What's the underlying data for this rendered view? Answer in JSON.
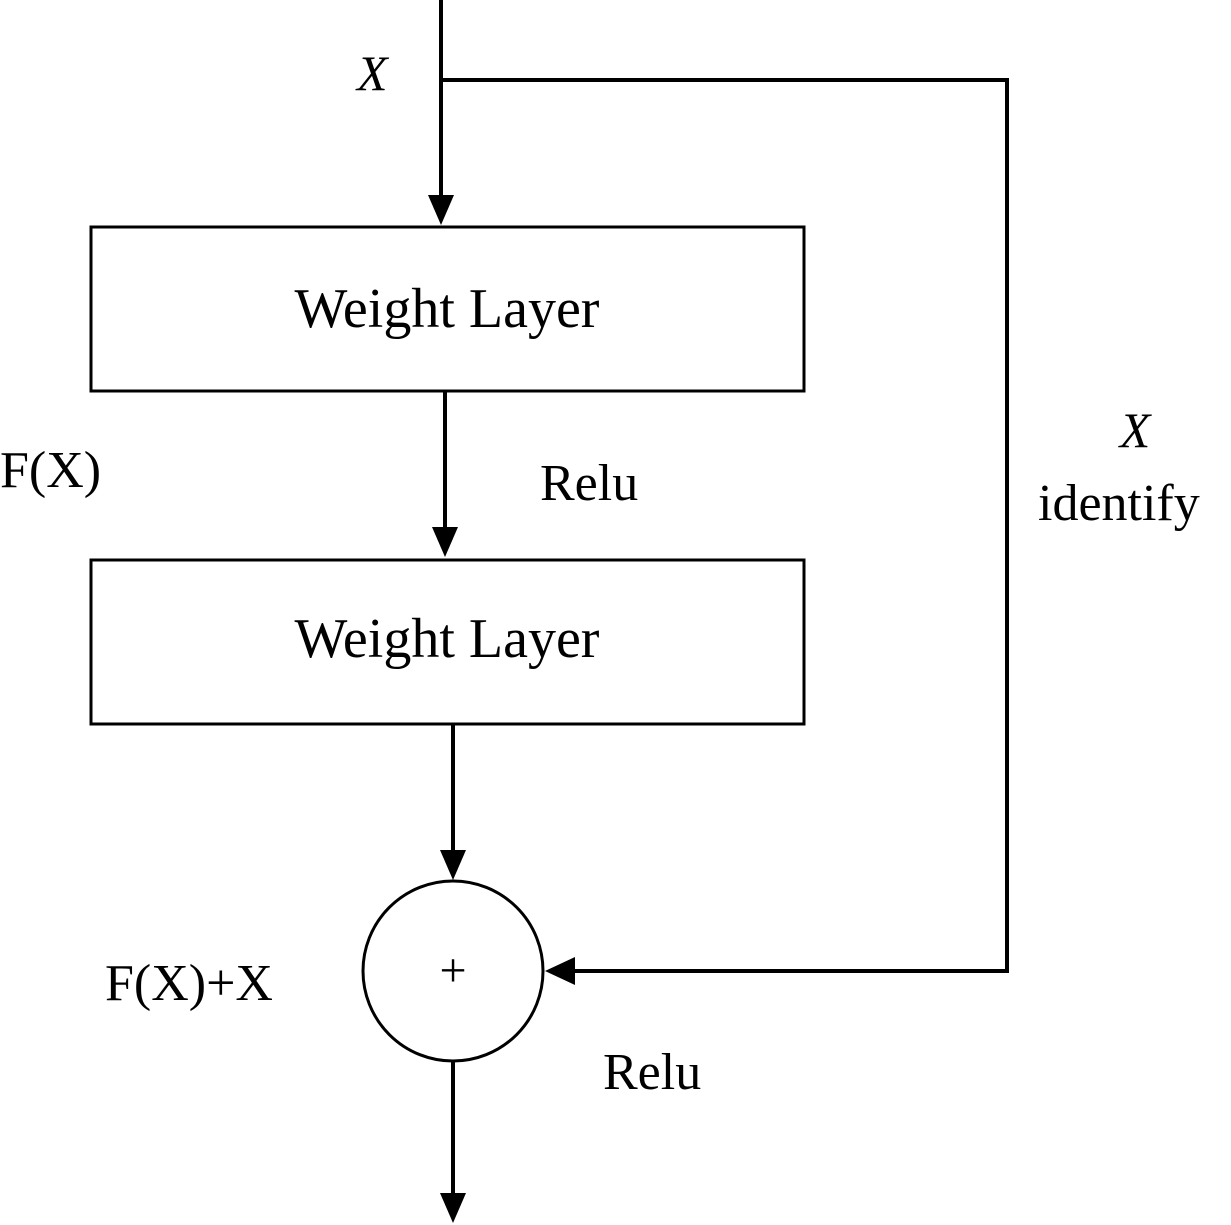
{
  "diagram": {
    "input_label": "X",
    "layer1": {
      "label": "Weight Layer"
    },
    "layer2": {
      "label": "Weight Layer"
    },
    "residual_label": "F(X)",
    "activation1": "Relu",
    "shortcut_label_var": "X",
    "shortcut_label_text": "identify",
    "sum_symbol": "+",
    "sum_label": "F(X)+X",
    "activation2": "Relu",
    "colors": {
      "stroke": "#000000",
      "background": "#ffffff"
    }
  }
}
